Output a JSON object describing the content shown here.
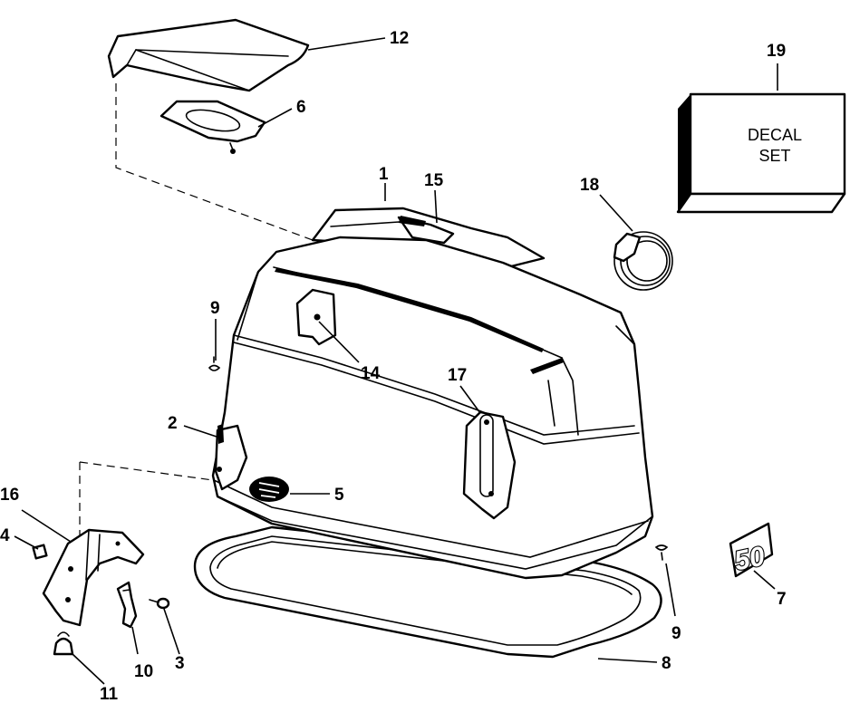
{
  "diagram": {
    "labels": {
      "l1": "1",
      "l2": "2",
      "l3": "3",
      "l4": "4",
      "l5": "5",
      "l6": "6",
      "l7": "7",
      "l8": "8",
      "l9a": "9",
      "l9b": "9",
      "l10": "10",
      "l11": "11",
      "l12": "12",
      "l14": "14",
      "l15": "15",
      "l16": "16",
      "l17": "17",
      "l18": "18",
      "l19": "19"
    },
    "decal_box": {
      "line1": "DECAL",
      "line2": "SET"
    },
    "model_badge": "50"
  }
}
